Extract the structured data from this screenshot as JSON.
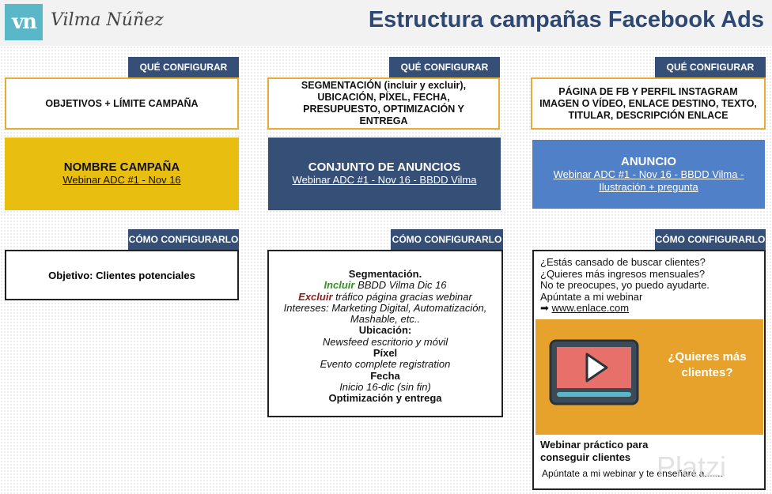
{
  "header": {
    "logo_mark": "vn",
    "logo_name": "Vilma Núñez",
    "title": "Estructura campañas Facebook Ads"
  },
  "tags": {
    "what": "QUÉ CONFIGURAR",
    "how": "CÓMO CONFIGURARLO"
  },
  "campaign": {
    "what": "OBJETIVOS + LÍMITE CAMPAÑA",
    "name_title": "NOMBRE CAMPAÑA",
    "name_sub": "Webinar ADC #1 - Nov 16",
    "how": "Objetivo: Clientes potenciales"
  },
  "adset": {
    "what": "SEGMENTACIÓN (incluir y excluir), UBICACIÓN, PÍXEL, FECHA, PRESUPUESTO, OPTIMIZACIÓN Y ENTREGA",
    "name_title": "CONJUNTO DE ANUNCIOS",
    "name_sub": "Webinar ADC #1 - Nov 16 - BBDD Vilma",
    "how": {
      "seg_title": "Segmentación.",
      "include_label": "Incluir",
      "include_text": " BBDD Vilma Dic 16",
      "exclude_label": "Excluir",
      "exclude_text": " tráfico página gracias webinar",
      "interests_1": "Intereses: Marketing Digital, Automatización,",
      "interests_2": "Mashable, etc..",
      "placement_title": "Ubicación:",
      "placement_text": "Newsfeed escritorio y móvil",
      "pixel_title": "Píxel",
      "pixel_text": "Evento complete registration",
      "date_title": "Fecha",
      "date_text": "Inicio 16-dic (sin fin)",
      "opt_title": "Optimización y entrega"
    }
  },
  "ad": {
    "what": "PÁGINA DE FB Y PERFIL INSTAGRAM IMAGEN O VÍDEO, ENLACE DESTINO, TEXTO, TITULAR, DESCRIPCIÓN ENLACE",
    "name_title": "ANUNCIO",
    "name_sub": "Webinar ADC #1 - Nov 16 - BBDD Vilma - Ilustración + pregunta",
    "how": {
      "line1": "¿Estás cansado de buscar clientes?",
      "line2": "¿Quieres más ingresos mensuales?",
      "line3": "No te preocupes, yo puedo ayudarte.",
      "line4": "Apúntate a mi webinar",
      "arrow": "➡ ",
      "link": "www.enlace.com",
      "image_text": "¿Quieres más clientes?",
      "headline": "Webinar práctico para conseguir clientes",
      "cta": "Apúntate a mi webinar y te enseñaré a......."
    }
  },
  "watermark": "Platzi",
  "colors": {
    "navy": "#364f77",
    "gold": "#e8bf10",
    "blue": "#5080c8",
    "orange": "#e7a22c",
    "teal": "#5ab7c8"
  }
}
